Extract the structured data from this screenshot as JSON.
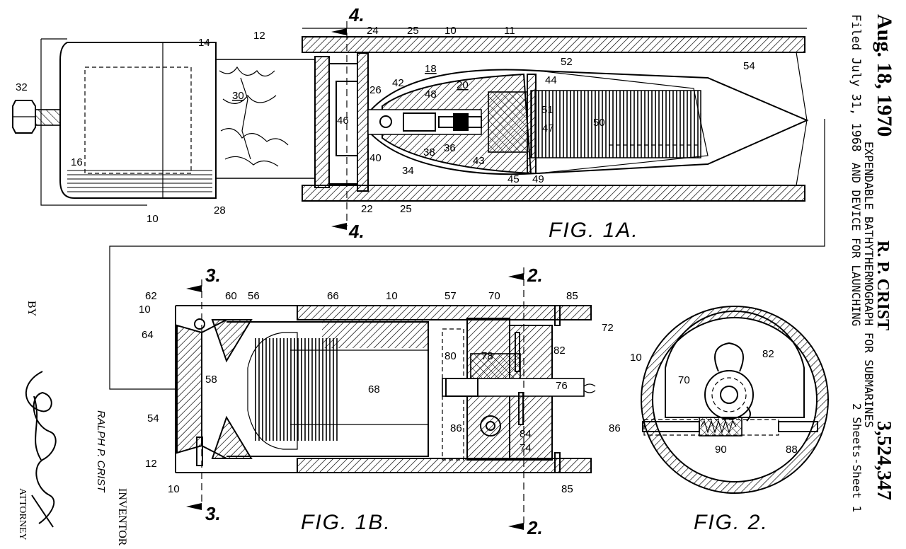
{
  "header": {
    "date": "Aug. 18, 1970",
    "filed": "Filed July 31, 1968",
    "inventor_name": "R. P. CRIST",
    "title_line1": "EXPENDABLE BATHYTHERMOGRAPH FOR SUBMARINES",
    "title_line2": "AND DEVICE FOR LAUNCHING",
    "patent_number": "3,524,347",
    "sheets": "2 Sheets-Sheet 1"
  },
  "signature": {
    "by": "BY",
    "inventor_label": "INVENTOR",
    "inventor_full": "RALPH P. CRIST",
    "attorney": "ATTORNEY"
  },
  "figures": {
    "fig1a": "FIG. 1A.",
    "fig1b": "FIG. 1B.",
    "fig2": "FIG. 2."
  },
  "sections": {
    "s4": "4.",
    "s3": "3.",
    "s2": "2."
  },
  "refs": {
    "fig1a": [
      "24",
      "25",
      "10",
      "11",
      "14",
      "12",
      "52",
      "54",
      "32",
      "18",
      "20",
      "44",
      "42",
      "48",
      "26",
      "30",
      "51",
      "50",
      "46",
      "47",
      "16",
      "40",
      "38",
      "36",
      "43",
      "45",
      "49",
      "34",
      "28",
      "22",
      "25",
      "10"
    ],
    "fig1b": [
      "62",
      "60",
      "56",
      "66",
      "10",
      "57",
      "70",
      "85",
      "72",
      "10",
      "64",
      "80",
      "78",
      "82",
      "58",
      "76",
      "68",
      "54",
      "86",
      "84",
      "74",
      "12",
      "10",
      "85"
    ],
    "fig2": [
      "10",
      "82",
      "70",
      "86",
      "90",
      "88"
    ]
  }
}
